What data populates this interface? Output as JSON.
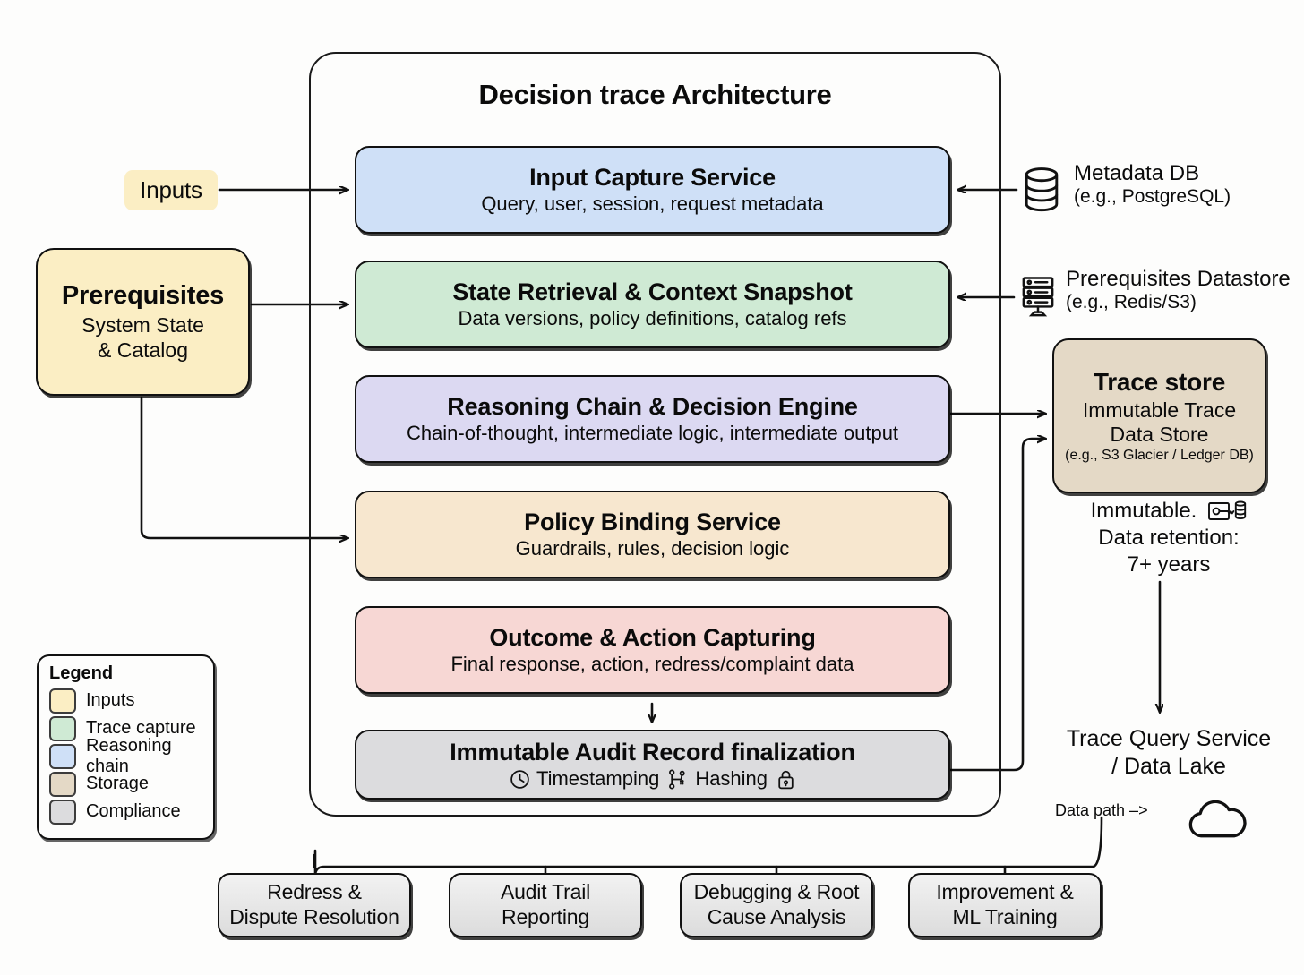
{
  "diagram": {
    "title": "Decision trace Architecture",
    "background_color": "#fdfdfc"
  },
  "inputs_node": {
    "label": "Inputs",
    "color": "#fbeec4"
  },
  "prerequisites_node": {
    "title": "Prerequisites",
    "line2": "System State",
    "line3": "& Catalog",
    "color": "#fbeec4"
  },
  "pipeline": [
    {
      "title": "Input Capture Service",
      "subtitle": "Query, user, session, request metadata",
      "color": "#cfe0f7",
      "category": "Reasoning chain"
    },
    {
      "title": "State Retrieval & Context Snapshot",
      "subtitle": "Data versions, policy definitions, catalog refs",
      "color": "#cfead4",
      "category": "Trace capture"
    },
    {
      "title": "Reasoning Chain & Decision Engine",
      "subtitle": "Chain-of-thought, intermediate logic, intermediate output",
      "color": "#dcd9f2",
      "category": "Reasoning chain"
    },
    {
      "title": "Policy Binding Service",
      "subtitle": "Guardrails, rules, decision logic",
      "color": "#f7e7cf",
      "category": "Inputs"
    },
    {
      "title": "Outcome & Action Capturing",
      "subtitle": "Final response, action, redress/complaint data",
      "color": "#f7d7d4",
      "category": "Trace capture"
    },
    {
      "title": "Immutable Audit Record finalization",
      "subtitle": "",
      "color": "#dcdcde",
      "category": "Compliance",
      "icon_row": [
        {
          "icon": "clock-icon",
          "label": "Timestamping"
        },
        {
          "icon": "hash-graph-icon",
          "label": "Hashing"
        },
        {
          "icon": "lock-icon",
          "label": ""
        }
      ]
    }
  ],
  "right_side": {
    "metadata_db": {
      "icon": "database-icon",
      "line1": "Metadata DB",
      "line2": "(e.g., PostgreSQL)"
    },
    "prerequisites_datastore": {
      "icon": "server-rack-icon",
      "line1": "Prerequisites Datastore",
      "line2": "(e.g., Redis/S3)"
    },
    "trace_store": {
      "title": "Trace store",
      "line2": "Immutable Trace",
      "line3": "Data Store",
      "line4": "(e.g., S3 Glacier / Ledger DB)",
      "color": "#e4d9c6"
    },
    "immutable_note": {
      "line1": "Immutable.",
      "icon": "key-database-icon",
      "line2": "Data retention:",
      "line3": "7+ years"
    },
    "trace_query": {
      "line1": "Trace Query Service",
      "line2": "/ Data Lake"
    },
    "data_path": {
      "label": "Data path –>",
      "icon": "cloud-icon"
    }
  },
  "legend": {
    "title": "Legend",
    "items": [
      {
        "label": "Inputs",
        "color": "#fbeec4"
      },
      {
        "label": "Trace capture",
        "color": "#cfead4"
      },
      {
        "label": "Reasoning chain",
        "color": "#cfe0f7"
      },
      {
        "label": "Storage",
        "color": "#e4d9c6"
      },
      {
        "label": "Compliance",
        "color": "#dcdcde"
      }
    ]
  },
  "outputs": [
    {
      "line1": "Redress &",
      "line2": "Dispute Resolution"
    },
    {
      "line1": "Audit Trail",
      "line2": "Reporting"
    },
    {
      "line1": "Debugging & Root",
      "line2": "Cause Analysis"
    },
    {
      "line1": "Improvement &",
      "line2": "ML Training"
    }
  ]
}
